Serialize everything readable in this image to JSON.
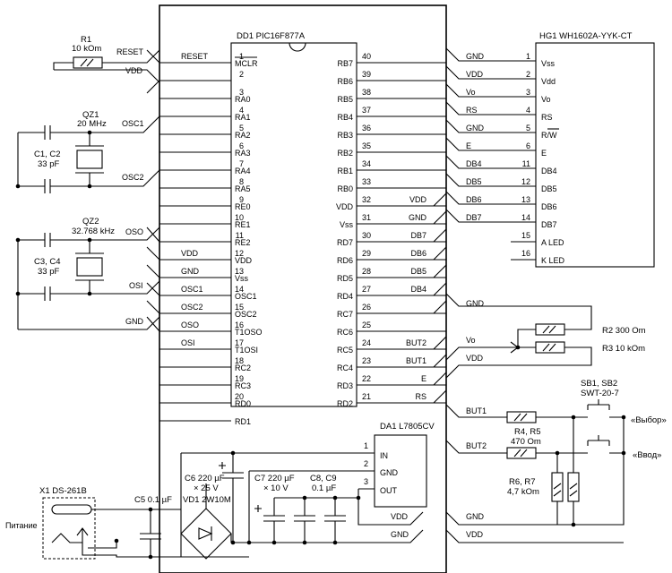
{
  "mcu": {
    "ref": "DD1 PIC16F877A",
    "left_pins": [
      {
        "num": "1",
        "name": "MCLR",
        "net": "RESET"
      },
      {
        "num": "2",
        "name": "",
        "net": ""
      },
      {
        "num": "3",
        "name": "RA0",
        "net": ""
      },
      {
        "num": "4",
        "name": "RA1",
        "net": ""
      },
      {
        "num": "5",
        "name": "RA2",
        "net": ""
      },
      {
        "num": "6",
        "name": "RA3",
        "net": ""
      },
      {
        "num": "7",
        "name": "RA4",
        "net": ""
      },
      {
        "num": "8",
        "name": "RA5",
        "net": ""
      },
      {
        "num": "9",
        "name": "RE0",
        "net": ""
      },
      {
        "num": "10",
        "name": "RE1",
        "net": ""
      },
      {
        "num": "11",
        "name": "RE2",
        "net": ""
      },
      {
        "num": "12",
        "name": "VDD",
        "net": "VDD"
      },
      {
        "num": "13",
        "name": "Vss",
        "net": "GND"
      },
      {
        "num": "14",
        "name": "OSC1",
        "net": "OSC1"
      },
      {
        "num": "15",
        "name": "OSC2",
        "net": "OSC2"
      },
      {
        "num": "16",
        "name": "T1OSO",
        "net": "OSO"
      },
      {
        "num": "17",
        "name": "T1OSI",
        "net": "OSI"
      },
      {
        "num": "18",
        "name": "RC2",
        "net": ""
      },
      {
        "num": "19",
        "name": "RC3",
        "net": ""
      },
      {
        "num": "20",
        "name": "RD0",
        "net": ""
      },
      {
        "num": "",
        "name": "RD1",
        "net": ""
      }
    ],
    "right_pins": [
      {
        "num": "40",
        "name": "RB7",
        "net": ""
      },
      {
        "num": "39",
        "name": "RB6",
        "net": ""
      },
      {
        "num": "38",
        "name": "RB5",
        "net": ""
      },
      {
        "num": "37",
        "name": "RB4",
        "net": ""
      },
      {
        "num": "36",
        "name": "RB3",
        "net": ""
      },
      {
        "num": "35",
        "name": "RB2",
        "net": ""
      },
      {
        "num": "34",
        "name": "RB1",
        "net": ""
      },
      {
        "num": "33",
        "name": "RB0",
        "net": ""
      },
      {
        "num": "32",
        "name": "VDD",
        "net": "VDD"
      },
      {
        "num": "31",
        "name": "Vss",
        "net": "GND"
      },
      {
        "num": "30",
        "name": "RD7",
        "net": "DB7"
      },
      {
        "num": "29",
        "name": "RD6",
        "net": "DB6"
      },
      {
        "num": "28",
        "name": "RD5",
        "net": "DB5"
      },
      {
        "num": "27",
        "name": "RD4",
        "net": "DB4"
      },
      {
        "num": "26",
        "name": "RC7",
        "net": ""
      },
      {
        "num": "25",
        "name": "RC6",
        "net": ""
      },
      {
        "num": "24",
        "name": "RC5",
        "net": "BUT2"
      },
      {
        "num": "23",
        "name": "RC4",
        "net": "BUT1"
      },
      {
        "num": "22",
        "name": "RD3",
        "net": "E"
      },
      {
        "num": "21",
        "name": "RD2",
        "net": "RS"
      }
    ]
  },
  "lcd": {
    "ref": "HG1 WH1602A-YYK-CT",
    "pins": [
      {
        "net": "GND",
        "num": "1",
        "name": "Vss"
      },
      {
        "net": "VDD",
        "num": "2",
        "name": "Vdd"
      },
      {
        "net": "Vo",
        "num": "3",
        "name": "Vo"
      },
      {
        "net": "RS",
        "num": "4",
        "name": "RS"
      },
      {
        "net": "GND",
        "num": "5",
        "name": "R/W"
      },
      {
        "net": "E",
        "num": "6",
        "name": "E"
      },
      {
        "net": "DB4",
        "num": "11",
        "name": "DB4"
      },
      {
        "net": "DB5",
        "num": "12",
        "name": "DB5"
      },
      {
        "net": "DB6",
        "num": "13",
        "name": "DB6"
      },
      {
        "net": "DB7",
        "num": "14",
        "name": "DB7"
      },
      {
        "net": "",
        "num": "15",
        "name": "A LED"
      },
      {
        "net": "",
        "num": "16",
        "name": "K LED"
      }
    ]
  },
  "r1": {
    "ref": "R1",
    "value": "10 kOm",
    "net_reset": "RESET",
    "net_vdd": "VDD"
  },
  "qz1": {
    "ref": "QZ1",
    "freq": "20 MHz",
    "caps_ref": "C1, C2",
    "caps_value": "33 pF",
    "net_osc1": "OSC1",
    "net_osc2": "OSC2"
  },
  "qz2": {
    "ref": "QZ2",
    "freq": "32.768 kHz",
    "caps_ref": "C3, C4",
    "caps_value": "33 pF",
    "net_oso": "OSO",
    "net_osi": "OSI"
  },
  "gnd_left": "GND",
  "pot": {
    "r2": "R2 300 Om",
    "r3": "R3 10 kOm",
    "nets": [
      "GND",
      "Vo",
      "VDD"
    ]
  },
  "buttons": {
    "sw_ref": "SB1, SB2",
    "sw_type": "SWT-20-7",
    "r45_ref": "R4,  R5",
    "r45_value": "470 Om",
    "r67_ref": "R6, R7",
    "r67_value": "4,7 kOm",
    "net1": "BUT1",
    "net2": "BUT2",
    "label1": "«Выбор»",
    "label2": "«Ввод»",
    "nets_bottom": [
      "GND",
      "VDD"
    ]
  },
  "reg": {
    "ref": "DA1 L7805CV",
    "pins": [
      {
        "num": "1",
        "name": "IN"
      },
      {
        "num": "2",
        "name": "GND"
      },
      {
        "num": "3",
        "name": "OUT"
      }
    ]
  },
  "power": {
    "x1": "X1 DS-261B",
    "label": "Питание",
    "c5": "C5 0.1 µF",
    "c6_ref": "C6 220 µF",
    "c6_value": "× 25 V",
    "vd1": "VD1 2W10M",
    "c7_ref": "C7 220 µF",
    "c7_value": "× 10 V",
    "c89_ref": "C8, C9",
    "c89_value": "0.1 µF",
    "nets": [
      "VDD",
      "GND"
    ]
  }
}
